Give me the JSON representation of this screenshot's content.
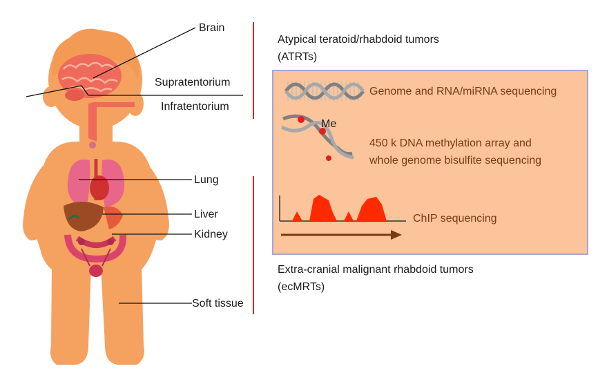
{
  "anatomy_labels": {
    "brain": "Brain",
    "supratentorium": "Supratentorium",
    "infratentorium": "Infratentorium",
    "lung": "Lung",
    "liver": "Liver",
    "kidney": "Kidney",
    "soft_tissue": "Soft tissue"
  },
  "atrt": {
    "line1": "Atypical teratoid/rhabdoid tumors",
    "line2": "(ATRTs)"
  },
  "ecmrt": {
    "line1": "Extra-cranial malignant rhabdoid tumors",
    "line2": "(ecMRTs)"
  },
  "methods": {
    "genome": "Genome and RNA/miRNA sequencing",
    "methyl_marker": "Me",
    "methylation_line1": "450 k DNA methylation array and",
    "methylation_line2": "whole genome bisulfite sequencing",
    "chip": "ChIP sequencing"
  },
  "colors": {
    "skin": "#f5a15f",
    "panel_fill": "#fbc49b",
    "panel_border": "#a6a6d6",
    "divider": "#d62828",
    "method_text": "#7a3a14",
    "chip_peaks": "#ff2a00"
  }
}
